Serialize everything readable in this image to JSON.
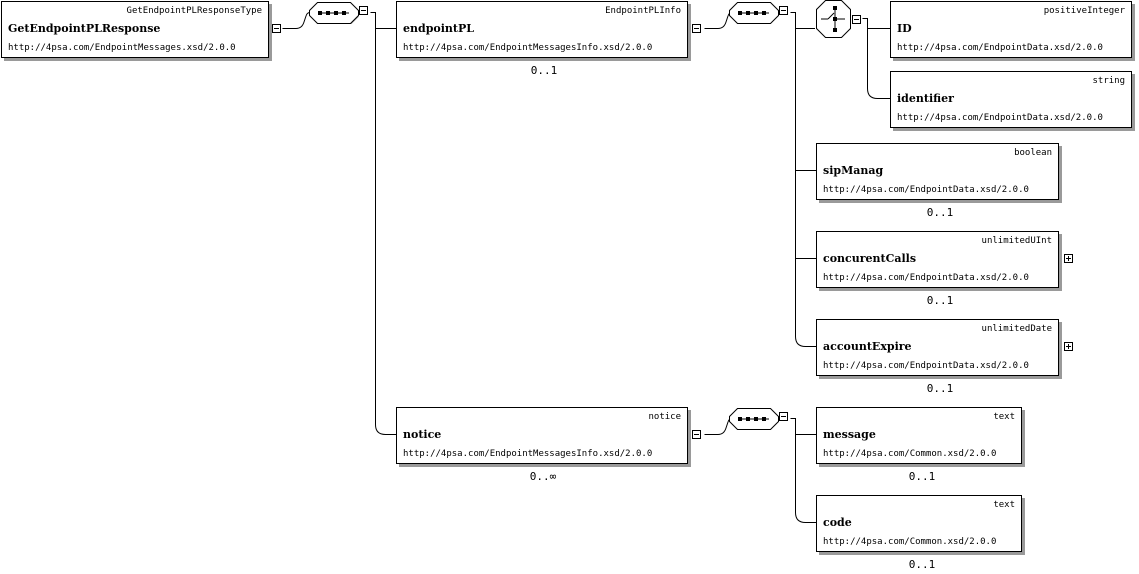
{
  "nodes": {
    "root": {
      "type": "GetEndpointPLResponseType",
      "name": "GetEndpointPLResponse",
      "ns": "http://4psa.com/EndpointMessages.xsd/2.0.0"
    },
    "endpointPL": {
      "type": "EndpointPLInfo",
      "name": "endpointPL",
      "ns": "http://4psa.com/EndpointMessagesInfo.xsd/2.0.0",
      "occurs": "0..1"
    },
    "notice": {
      "type": "notice",
      "name": "notice",
      "ns": "http://4psa.com/EndpointMessagesInfo.xsd/2.0.0",
      "occurs": "0..∞"
    },
    "ID": {
      "type": "positiveInteger",
      "name": "ID",
      "ns": "http://4psa.com/EndpointData.xsd/2.0.0"
    },
    "identifier": {
      "type": "string",
      "name": "identifier",
      "ns": "http://4psa.com/EndpointData.xsd/2.0.0"
    },
    "sipManag": {
      "type": "boolean",
      "name": "sipManag",
      "ns": "http://4psa.com/EndpointData.xsd/2.0.0",
      "occurs": "0..1"
    },
    "concurentCalls": {
      "type": "unlimitedUInt",
      "name": "concurentCalls",
      "ns": "http://4psa.com/EndpointData.xsd/2.0.0",
      "occurs": "0..1"
    },
    "accountExpire": {
      "type": "unlimitedDate",
      "name": "accountExpire",
      "ns": "http://4psa.com/EndpointData.xsd/2.0.0",
      "occurs": "0..1"
    },
    "message": {
      "type": "text",
      "name": "message",
      "ns": "http://4psa.com/Common.xsd/2.0.0",
      "occurs": "0..1"
    },
    "code": {
      "type": "text",
      "name": "code",
      "ns": "http://4psa.com/Common.xsd/2.0.0",
      "occurs": "0..1"
    }
  }
}
